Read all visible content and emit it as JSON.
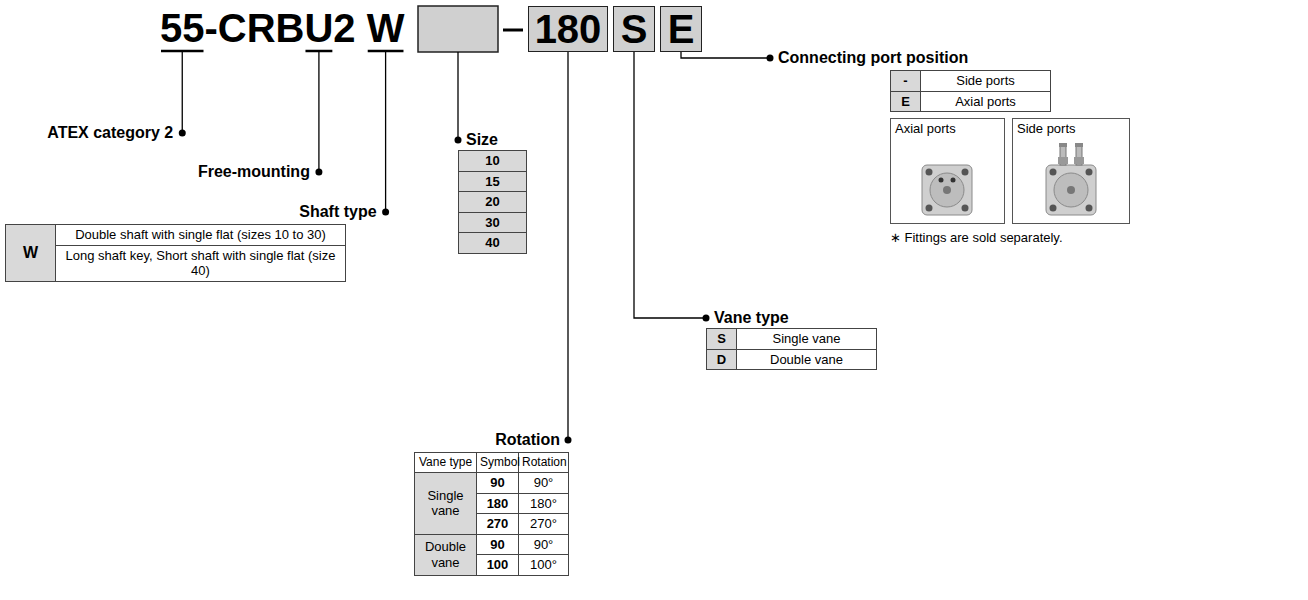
{
  "diagram": {
    "nodes": [
      {
        "text": [
          "180"
        ]
      },
      {
        "text": [
          "S"
        ]
      },
      {
        "text": [
          "E"
        ]
      },
      {
        "text": [
          "Axial ports"
        ]
      },
      {
        "text": [
          "Side ports"
        ]
      }
    ],
    "labels": [
      "55-CRBU2 W",
      "ATEX category 2",
      "Free-mounting",
      "Size",
      "10",
      "15",
      "20",
      "30",
      "40",
      "Shaft type",
      "W",
      "Double shaft with single flat (sizes 10 to 30)",
      "Long shaft key, Short shaft with single flat (size 40)",
      "Vane type",
      "S",
      "Single vane",
      "D",
      "Double vane",
      "Rotation",
      "Vane type",
      "Symbol",
      "Rotation",
      "Single vane",
      "90",
      "90°",
      "180",
      "180°",
      "270",
      "270°",
      "Double vane",
      "90",
      "90°",
      "100",
      "100°",
      "Connecting port position",
      "-",
      "Side ports",
      "E",
      "Axial ports",
      "∗ Fittings are sold separately."
    ]
  }
}
